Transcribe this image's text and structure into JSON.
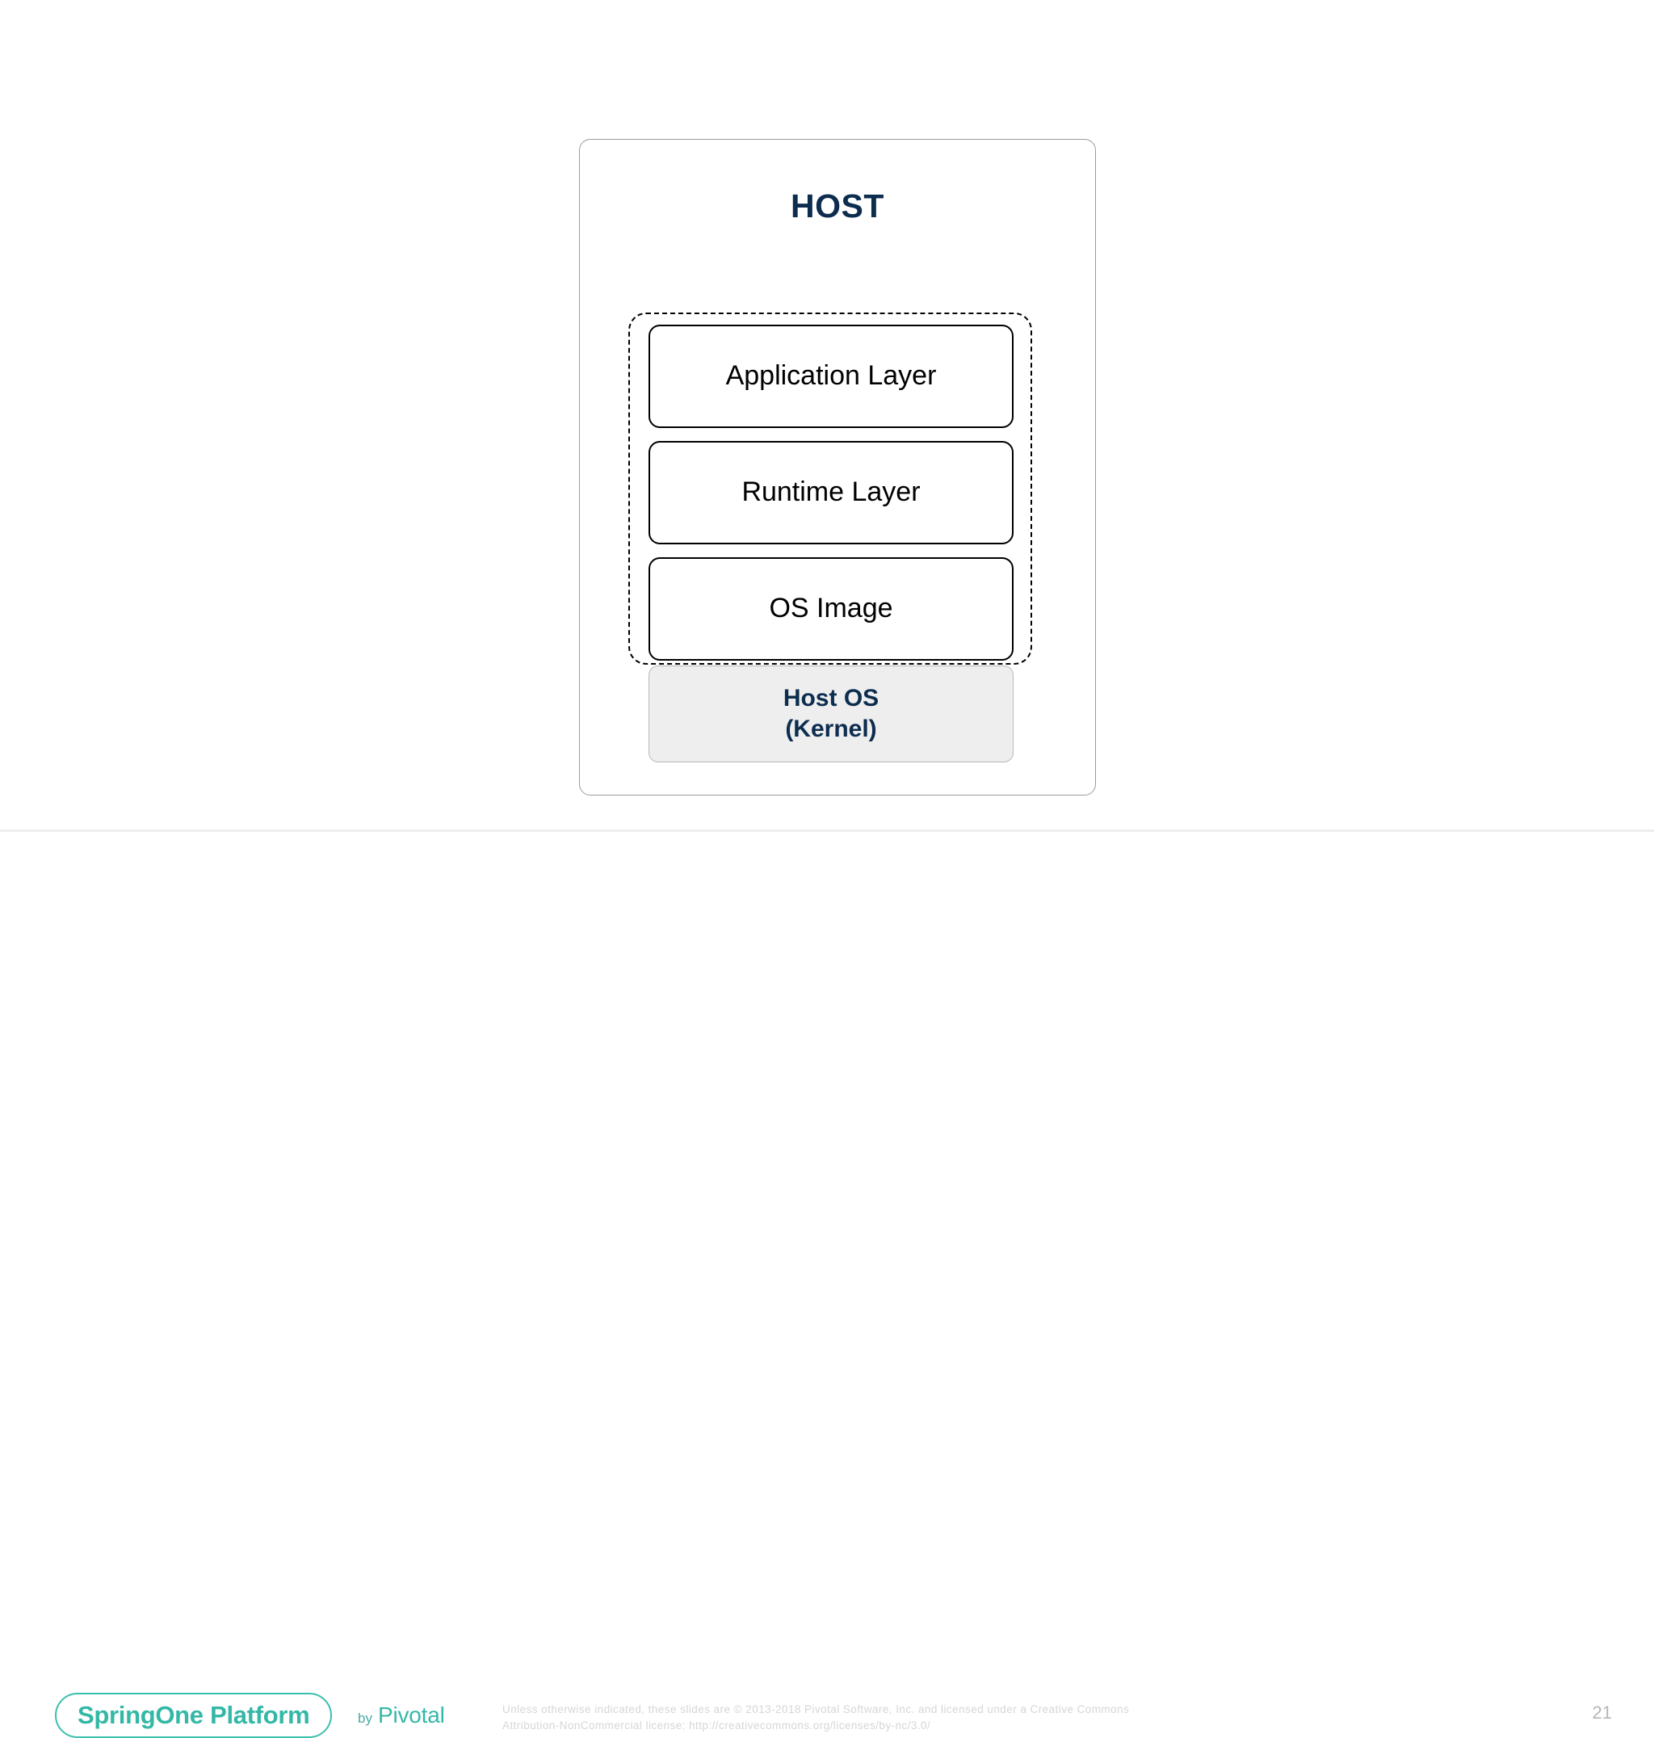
{
  "slide": {
    "page_number": "21",
    "background_color": "#ffffff"
  },
  "diagram": {
    "title": "HOST",
    "title_color": "#0d2d4e",
    "container_border_color": "#9b9b9b",
    "image_group": {
      "name": "container-image-layers",
      "border_style": "dashed",
      "border_color": "#000000",
      "layers": [
        {
          "label": "Application Layer"
        },
        {
          "label": "Runtime Layer"
        },
        {
          "label": "OS Image"
        }
      ]
    },
    "host_os": {
      "line1": "Host OS",
      "line2": "(Kernel)",
      "fill_color": "#eeeeef",
      "text_color": "#0d2d4e",
      "border_color": "#b9b9bb"
    }
  },
  "footer": {
    "logo_text": "SpringOne Platform",
    "logo_color": "#33b8a6",
    "by_label": "by",
    "brand_name": "Pivotal",
    "copyright_line1": "Unless otherwise indicated, these slides are © 2013-2018 Pivotal Software, Inc. and licensed under a Creative Commons",
    "copyright_line2": "Attribution-NonCommercial license: http://creativecommons.org/licenses/by-nc/3.0/",
    "copyright_color": "#d6d6d6",
    "divider_color": "#ededed"
  }
}
